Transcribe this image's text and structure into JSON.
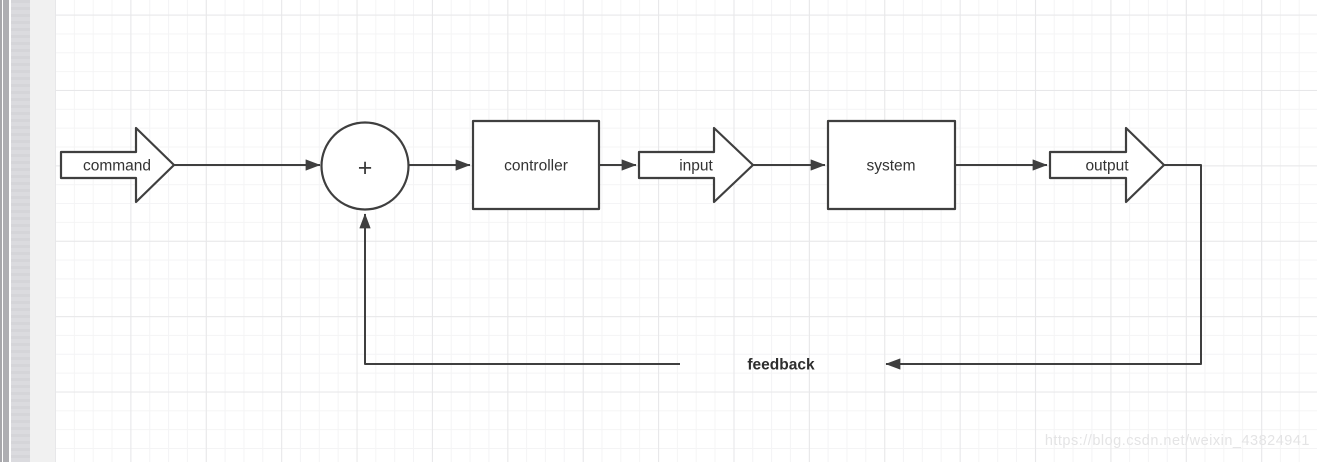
{
  "app": {
    "watermark": "https://blog.csdn.net/weixin_43824941"
  },
  "diagram": {
    "type": "feedback-control-loop",
    "colors": {
      "stroke": "#3f3f3f",
      "shape_fill": "#ffffff",
      "label": "#333333",
      "grid_minor": "#f4f4f5",
      "grid_major": "#e7e7e9",
      "watermark": "#e4e4e5"
    },
    "nodes": {
      "command": {
        "label": "command",
        "shape": "fat-arrow-right"
      },
      "sum": {
        "label": "+",
        "shape": "circle"
      },
      "controller": {
        "label": "controller",
        "shape": "rect"
      },
      "input": {
        "label": "input",
        "shape": "fat-arrow-right"
      },
      "system": {
        "label": "system",
        "shape": "rect"
      },
      "output": {
        "label": "output",
        "shape": "fat-arrow-right"
      }
    },
    "edges": [
      {
        "from": "command",
        "to": "sum",
        "label": ""
      },
      {
        "from": "sum",
        "to": "controller",
        "label": ""
      },
      {
        "from": "controller",
        "to": "input",
        "label": ""
      },
      {
        "from": "input",
        "to": "system",
        "label": ""
      },
      {
        "from": "system",
        "to": "output",
        "label": ""
      },
      {
        "from": "output",
        "to": "feedback",
        "label": ""
      },
      {
        "from": "feedback",
        "to": "sum",
        "label": ""
      }
    ],
    "feedback_label": "feedback"
  }
}
